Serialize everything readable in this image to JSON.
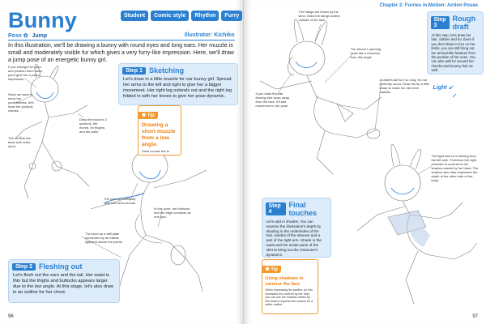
{
  "left_page": {
    "title": "Bunny",
    "tags": [
      "Student",
      "Comic style",
      "Rhythm",
      "Furry"
    ],
    "pose_label": "Pose",
    "pose_value": "Jump",
    "illustrator": "Illustrator: Kichiko",
    "intro": "In this illustration, we'll be drawing a bunny with round eyes and long ears. Her muzzle is small and moderately visible fur which gives a very furry-like impression. Here, we'll draw a jump pose of an energetic bunny girl.",
    "annotations": {
      "a1": "If you enlarge her eyes and position them lower, you'll give her a young impression.",
      "a2": "Since we want to show her youthfulness, let's draw her plumply cheeks.",
      "a3": "Draw the hand in 3 sections, the thumb, for fingers and the palm.",
      "a4": "The arms in the back side looks short.",
      "a5": "The ears are vertically long and semi-circular.",
      "a6": "In this pose, the buttocks and the thigh connects as one part.",
      "a7": "The knee as a stiff plate connected by an elastic ligament above the points."
    },
    "step1": {
      "label": "Step 1",
      "title": "Sketching",
      "body": "Let's draw in a little muzzle for our bunny girl. Spread her arms to the left and right to give her a bigger movement. Her right leg extends out and the right leg folded in with her knees to give her pose dynamic."
    },
    "tip1": {
      "label": "Tip",
      "title": "Drawing a short muzzle from a low angle.",
      "text": "Draw a loose line to connect the muzzle, chins and the neck. Drawing the muzzle small will give her a cute impression."
    },
    "step2": {
      "label": "Step 2",
      "title": "Fleshing out",
      "body": "Let's flesh out the ears and the tail. Her waist is thin but the thighs and buttocks appears larger due to the low angle. At this stage, let's also draw in an outline for her chest."
    },
    "page_number": "96"
  },
  "right_page": {
    "chapter": "Chapter 2: Furries in Motion: Action Poses",
    "annotations": {
      "b1": "The bangs are blown by the wind. Draw the bangs outline outside of the face.",
      "b2": "The sleeve's opening looks like a rhombus from this angle.",
      "b3": "If you draw the hair flowing side ways away from the face, it'll add movement to her pose.",
      "b4": "A rabbit's tail isn't so long. It's not perfectly round. Draw the tip a little sharp to make her tail more realistic.",
      "b5": "The light source is shining from the left side. Therefore the right shoulder is covered in the shadow casted by her head. The shadow also help expresses the depth of the other side of her body."
    },
    "light_label": "Light",
    "step3": {
      "label": "Step 3",
      "title": "Rough draft",
      "body": "At this step, let's draw her hair, clothes and fur. Even if you don't draw in furs on her limbs, you can still bring out her animal-like features from the position of her nose. You can also add fur around her cheeks and bouncy hair as well."
    },
    "step4": {
      "label": "Step 4",
      "title": "Final touches",
      "body": "Let's add in shades. You can express the illustration's depth by shading in the undersides of the hair, insides of the sleeves and a part of the right arm. Shade in the waist and the inside parts of the skirt to bring out the character's dynamics."
    },
    "tip2": {
      "label": "Tip",
      "title": "Using shadows to contour the face",
      "text": "When expressing the jawline, (in this illustration it's covered by her hair) you can use the shadow casted by the head to express the contour for a softer outline."
    },
    "page_number": "97"
  },
  "colors": {
    "accent_blue": "#2a7fd1",
    "step_bg": "#dcecfb",
    "tip_orange": "#f29a2e"
  }
}
